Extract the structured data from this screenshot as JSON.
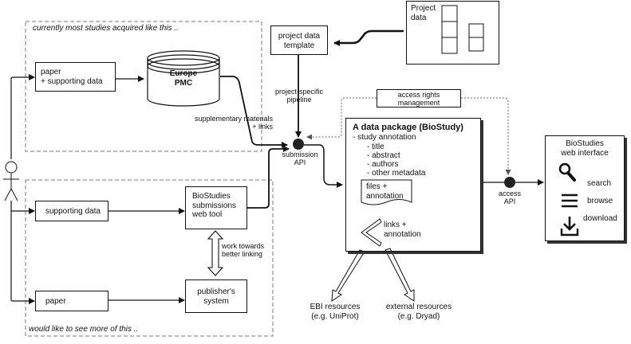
{
  "regions": {
    "top_caption": "currently most studies acquired like this ..",
    "bottom_caption": "would like to see more of this .."
  },
  "nodes": {
    "paper_supporting": "paper\n+ supporting data",
    "europe_pmc": "Europe\nPMC",
    "supporting_data": "supporting data",
    "biostudies_tool": "BioStudies\nsubmissions\nweb tool",
    "paper": "paper",
    "publisher_system": "publisher's\nsystem",
    "project_template": "project data\ntemplate",
    "project_data": "Project\ndata",
    "access_rights": "access rights\nmanagement",
    "biostudies_web_title": "BioStudies\nweb interface",
    "search": "search",
    "browse": "browse",
    "download": "download"
  },
  "labels": {
    "project_pipeline": "project-specific\npipeline",
    "supplementary": "supplementary materials\n+ links",
    "submission_api": "submission\nAPI",
    "access_api": "access\nAPI",
    "work_towards": "work towards\nbetter linking",
    "ebi_resources": "EBI resources\n(e.g. UniProt)",
    "external_resources": "external resources\n(e.g. Dryad)"
  },
  "package": {
    "title": "A data package (BioStudy)",
    "annotation_head": "- study annotation",
    "items": [
      "- title",
      "- abstract",
      "- authors",
      "- other metadata"
    ],
    "files": "files +\nannotation",
    "links": "links +\nannotation"
  },
  "icons": [
    "person-icon",
    "database-icon",
    "magnifier-icon",
    "list-icon",
    "download-icon",
    "document-icon",
    "link-icon"
  ]
}
